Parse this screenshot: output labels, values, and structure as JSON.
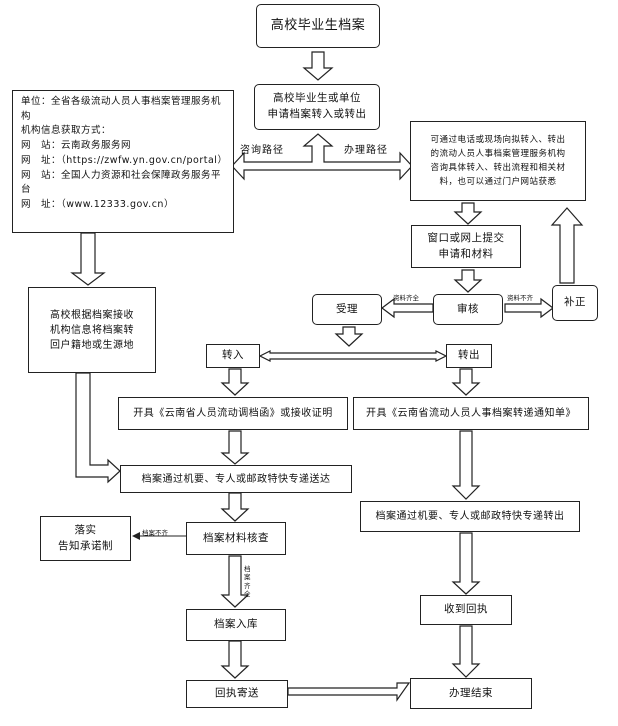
{
  "title": "高校毕业生档案",
  "step_apply": [
    "高校毕业生或单位",
    "申请档案转入或转出"
  ],
  "label_consult": "咨询路径",
  "label_handle": "办理路径",
  "info": {
    "lines": [
      "单位：全省各级流动人员人事档案管理服务机构",
      "机构信息获取方式：",
      "网　站：云南政务服务网",
      "网　址：（https://zwfw.yn.gov.cn/portal）",
      "网　站：全国人力资源和社会保障政务服务平台",
      "网　址：（www.12333.gov.cn）"
    ]
  },
  "handle_desc": [
    "可通过电话或现场向拟转入、转出",
    "的流动人员人事档案管理服务机构",
    "咨询具体转入、转出流程和相关材",
    "料，也可以通过门户网站获悉"
  ],
  "school_forward": [
    "高校根据档案接收",
    "机构信息将档案转",
    "回户籍地或生源地"
  ],
  "submit": [
    "窗口或网上提交",
    "申请和材料"
  ],
  "review": "审核",
  "accept": "受理",
  "supplement": "补正",
  "label_complete": "资料齐全",
  "label_incomplete": "资料不齐",
  "transfer_in": "转入",
  "transfer_out": "转出",
  "issue_in": "开具《云南省人员流动调档函》或接收证明",
  "issue_out": "开具《云南省流动人员人事档案转递通知单》",
  "send_in": "档案通过机要、专人或邮政特快专递送达",
  "send_out": "档案通过机要、专人或邮政特快专递转出",
  "check": "档案材料核查",
  "label_archive_incomplete": "档案不齐",
  "label_archive_complete": [
    "档",
    "案",
    "齐",
    "全"
  ],
  "implement": [
    "落实",
    "告知承诺制"
  ],
  "store": "档案入库",
  "receipt": "收到回执",
  "mail_back": "回执寄送",
  "finish": "办理结束"
}
